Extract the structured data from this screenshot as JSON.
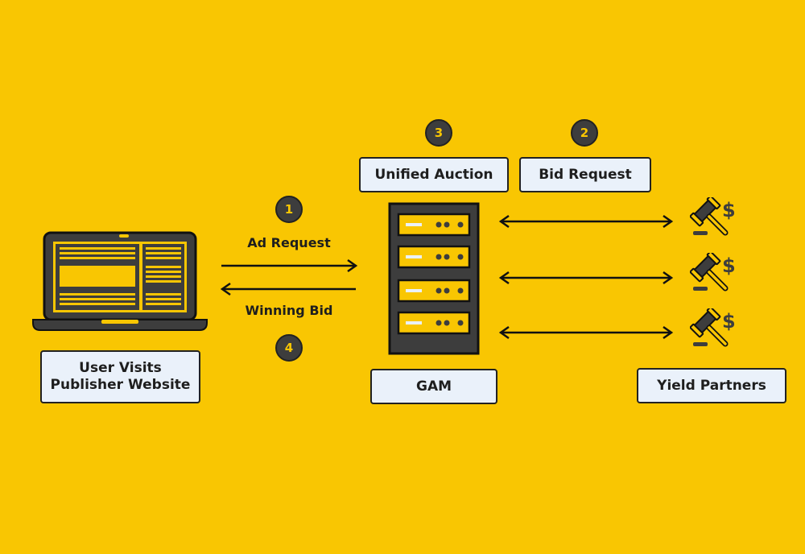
{
  "colors": {
    "background": "#F9C602",
    "dark": "#3d3d3d",
    "box_fill": "#EAF1FA",
    "accent": "#F9C602"
  },
  "steps": [
    {
      "number": "1",
      "label": "Ad Request"
    },
    {
      "number": "2",
      "label": "Bid Request"
    },
    {
      "number": "3",
      "label": "Unified Auction"
    },
    {
      "number": "4",
      "label": "Winning Bid"
    }
  ],
  "nodes": {
    "user": {
      "line1": "User Visits",
      "line2": "Publisher Website",
      "icon": "laptop-icon"
    },
    "gam": {
      "label": "GAM",
      "icon": "server-rack-icon"
    },
    "partners": {
      "label": "Yield Partners",
      "icon": "auction-gavel-dollar-icon"
    }
  }
}
